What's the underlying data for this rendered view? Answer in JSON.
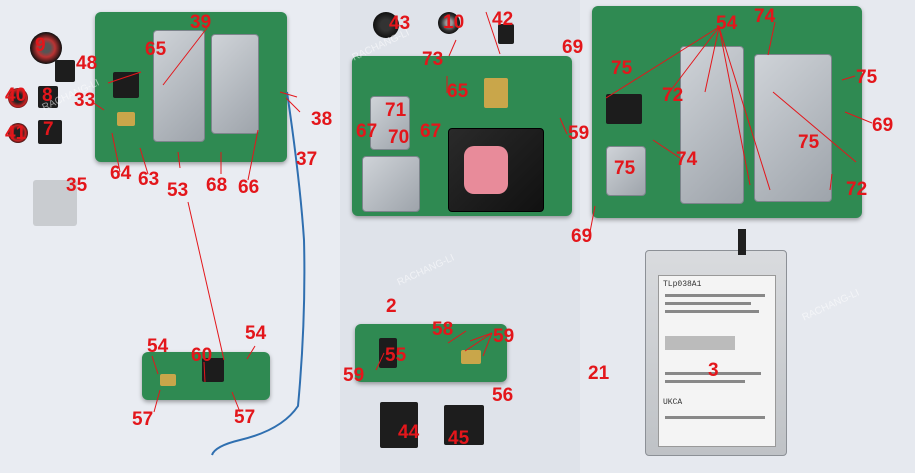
{
  "watermark": "RACHANG-LI",
  "panels": [
    {
      "id": "mainboard-front",
      "labels": [
        "9",
        "48",
        "40",
        "8",
        "33",
        "41",
        "7",
        "35",
        "39",
        "65",
        "38",
        "37",
        "64",
        "63",
        "53",
        "68",
        "66",
        "54",
        "60",
        "54",
        "57",
        "57"
      ]
    },
    {
      "id": "mainboard-back",
      "labels": [
        "43",
        "10",
        "42",
        "73",
        "65",
        "71",
        "67",
        "70",
        "67",
        "59",
        "2",
        "58",
        "59",
        "55",
        "56",
        "59",
        "44",
        "45"
      ]
    },
    {
      "id": "mainboard-detail",
      "labels": [
        "69",
        "54",
        "74",
        "75",
        "72",
        "75",
        "69",
        "75",
        "74",
        "75",
        "72",
        "69",
        "21",
        "3"
      ]
    }
  ],
  "battery": {
    "brand": "TLp038A1",
    "label_text": "UKCA"
  }
}
